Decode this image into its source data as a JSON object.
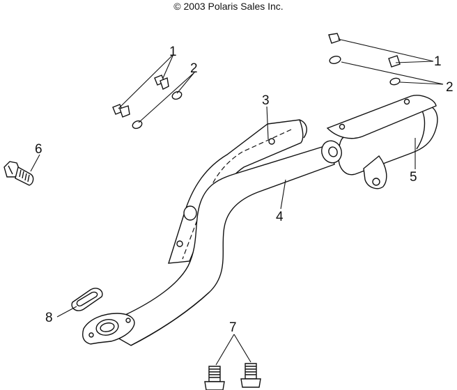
{
  "copyright": "© 2003 Polaris Sales Inc.",
  "callouts": {
    "c1_left": "1",
    "c2_left": "2",
    "c1_right": "1",
    "c2_right": "2",
    "c3": "3",
    "c4": "4",
    "c5": "5",
    "c6": "6",
    "c7": "7",
    "c8": "8"
  }
}
